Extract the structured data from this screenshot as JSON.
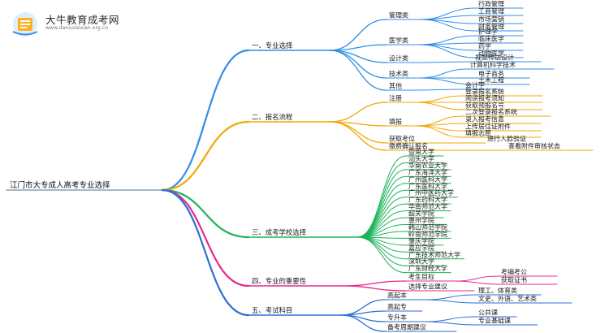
{
  "brand": {
    "name": "大牛教育成考网",
    "url": "www.daniuzaixian.org.cn"
  },
  "colors": {
    "b1": "#2f8fe8",
    "b2": "#f0a800",
    "b3": "#1cb35a",
    "b4": "#e8288a",
    "b5": "#2b6fd6",
    "root_line": "#6c8fa8"
  },
  "root": "江门市大专成人高考专业选择",
  "branches": {
    "b1": {
      "label": "一、专业选择",
      "g1": {
        "label": "管理类",
        "items": [
          "行政管理",
          "工商管理",
          "市场营销",
          "财务管理"
        ]
      },
      "g2": {
        "label": "医学类",
        "items": [
          "护理学",
          "临床医学",
          "药学",
          "动物医学"
        ]
      },
      "g3": {
        "label": "设计类",
        "items": [
          "视觉传达设计"
        ]
      },
      "g4": {
        "label": "技术类",
        "items": [
          "计算机科学技术",
          "电子商务",
          "土木工程"
        ]
      },
      "g5": {
        "label": "其他",
        "items": [
          "会计学"
        ]
      }
    },
    "b2": {
      "label": "二、报名流程",
      "g1": {
        "label": "注册",
        "items": [
          "登录报名系统",
          "阅读报考须知",
          "获取预报名号"
        ]
      },
      "g2": {
        "label": "填报",
        "items": [
          "二次登录报名系统",
          "录入报考信息",
          "上传居住证附件",
          "填报志愿"
        ]
      },
      "g3": {
        "label": "获取考位",
        "items": [
          "进行人脸验证"
        ]
      },
      "g4": {
        "label": "缴费确认报名",
        "items": [
          "查看附件审核状态"
        ]
      }
    },
    "b3": {
      "label": "三、成考学校选择",
      "items": [
        "暨南大学",
        "汕头大学",
        "华南农业大学",
        "广东海洋大学",
        "广州医科大学",
        "广东医科大学",
        "广州中医药大学",
        "广东药科大学",
        "华南师范大学",
        "韶关学院",
        "惠州学院",
        "韩山师范学院",
        "岭南师范学院",
        "肇庆学院",
        "嘉应学院",
        "广东技术师范大学",
        "深圳大学",
        "广东财经大学"
      ]
    },
    "b4": {
      "label": "四、专业的重要性",
      "g1": {
        "label": "考生目标",
        "items": [
          "考编考公",
          "获取证书"
        ]
      },
      "g2": {
        "label": "选择专业建议"
      }
    },
    "b5": {
      "label": "五、考试科目",
      "g1": {
        "label": "高起本",
        "items": [
          "理工、体育类",
          "文史、外语、艺术类"
        ]
      },
      "g2": {
        "label": "高起专"
      },
      "g3": {
        "label": "专升本",
        "items": [
          "公共课",
          "专业基础课"
        ]
      },
      "g4": {
        "label": "备考周期建议"
      }
    }
  }
}
